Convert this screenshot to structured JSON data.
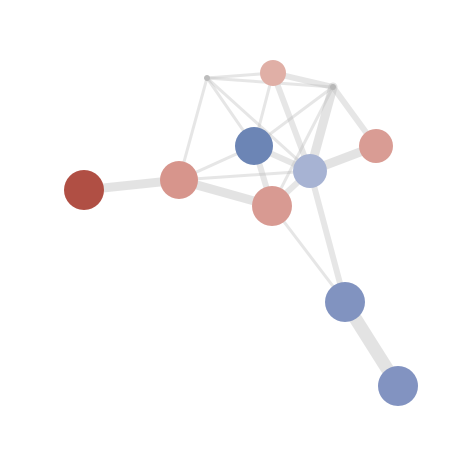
{
  "graph": {
    "nodes": [
      {
        "id": "n-top",
        "color": "#e0afa6"
      },
      {
        "id": "n-hub-left",
        "color": "#bcbcbc"
      },
      {
        "id": "n-hub-right",
        "color": "#b8b8b8"
      },
      {
        "id": "n-blue-center",
        "color": "#6c85b5"
      },
      {
        "id": "n-pink-right",
        "color": "#d99c94"
      },
      {
        "id": "n-red-left",
        "color": "#b04f44"
      },
      {
        "id": "n-pink-mid",
        "color": "#d7958c"
      },
      {
        "id": "n-lightblue",
        "color": "#a7b3d3"
      },
      {
        "id": "n-pink-center",
        "color": "#d89a92"
      },
      {
        "id": "n-blue-lower",
        "color": "#8193c0"
      },
      {
        "id": "n-blue-bottom",
        "color": "#8293c1"
      }
    ],
    "edges": [
      {
        "source": "n-red-left",
        "target": "n-pink-mid",
        "weight": 3
      },
      {
        "source": "n-pink-mid",
        "target": "n-hub-left",
        "weight": 1
      },
      {
        "source": "n-pink-mid",
        "target": "n-blue-center",
        "weight": 1
      },
      {
        "source": "n-pink-mid",
        "target": "n-lightblue",
        "weight": 1
      },
      {
        "source": "n-pink-mid",
        "target": "n-pink-center",
        "weight": 3
      },
      {
        "source": "n-hub-left",
        "target": "n-top",
        "weight": 1
      },
      {
        "source": "n-hub-left",
        "target": "n-hub-right",
        "weight": 1
      },
      {
        "source": "n-hub-left",
        "target": "n-blue-center",
        "weight": 1
      },
      {
        "source": "n-hub-left",
        "target": "n-lightblue",
        "weight": 1
      },
      {
        "source": "n-top",
        "target": "n-hub-right",
        "weight": 2
      },
      {
        "source": "n-top",
        "target": "n-blue-center",
        "weight": 1
      },
      {
        "source": "n-top",
        "target": "n-lightblue",
        "weight": 2
      },
      {
        "source": "n-hub-right",
        "target": "n-blue-center",
        "weight": 1
      },
      {
        "source": "n-hub-right",
        "target": "n-pink-right",
        "weight": 2
      },
      {
        "source": "n-hub-right",
        "target": "n-lightblue",
        "weight": 3
      },
      {
        "source": "n-hub-right",
        "target": "n-pink-center",
        "weight": 1
      },
      {
        "source": "n-blue-center",
        "target": "n-lightblue",
        "weight": 2
      },
      {
        "source": "n-blue-center",
        "target": "n-pink-center",
        "weight": 2
      },
      {
        "source": "n-lightblue",
        "target": "n-pink-right",
        "weight": 3
      },
      {
        "source": "n-lightblue",
        "target": "n-pink-center",
        "weight": 2
      },
      {
        "source": "n-lightblue",
        "target": "n-blue-lower",
        "weight": 2
      },
      {
        "source": "n-pink-center",
        "target": "n-blue-lower",
        "weight": 1
      },
      {
        "source": "n-blue-lower",
        "target": "n-blue-bottom",
        "weight": 4
      }
    ]
  }
}
